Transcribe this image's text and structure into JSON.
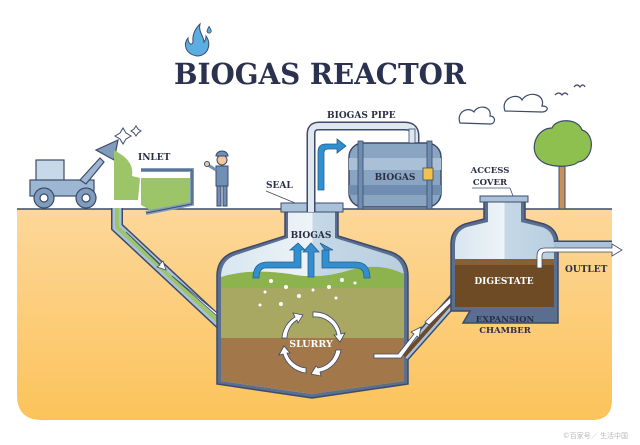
{
  "title": "BIOGAS REACTOR",
  "labels": {
    "inlet": "INLET",
    "biogas_pipe": "BIOGAS PIPE",
    "seal": "SEAL",
    "storage_tank": "BIOGAS",
    "reactor_gas": "BIOGAS",
    "slurry": "SLURRY",
    "access_cover_line1": "ACCESS",
    "access_cover_line2": "COVER",
    "digestate": "DIGESTATE",
    "outlet": "OUTLET",
    "expansion_chamber_line1": "EXPANSION",
    "expansion_chamber_line2": "CHAMBER"
  },
  "watermark": "©百家号／ 生活中国",
  "colors": {
    "ground": "#fbc766",
    "outline": "#3d4a6b",
    "gas": "#c9dcea",
    "slurry_green": "#a8b865",
    "slurry_brown": "#a2774a",
    "digestate": "#6e4a25",
    "arrow_blue": "#2f8fd0"
  }
}
